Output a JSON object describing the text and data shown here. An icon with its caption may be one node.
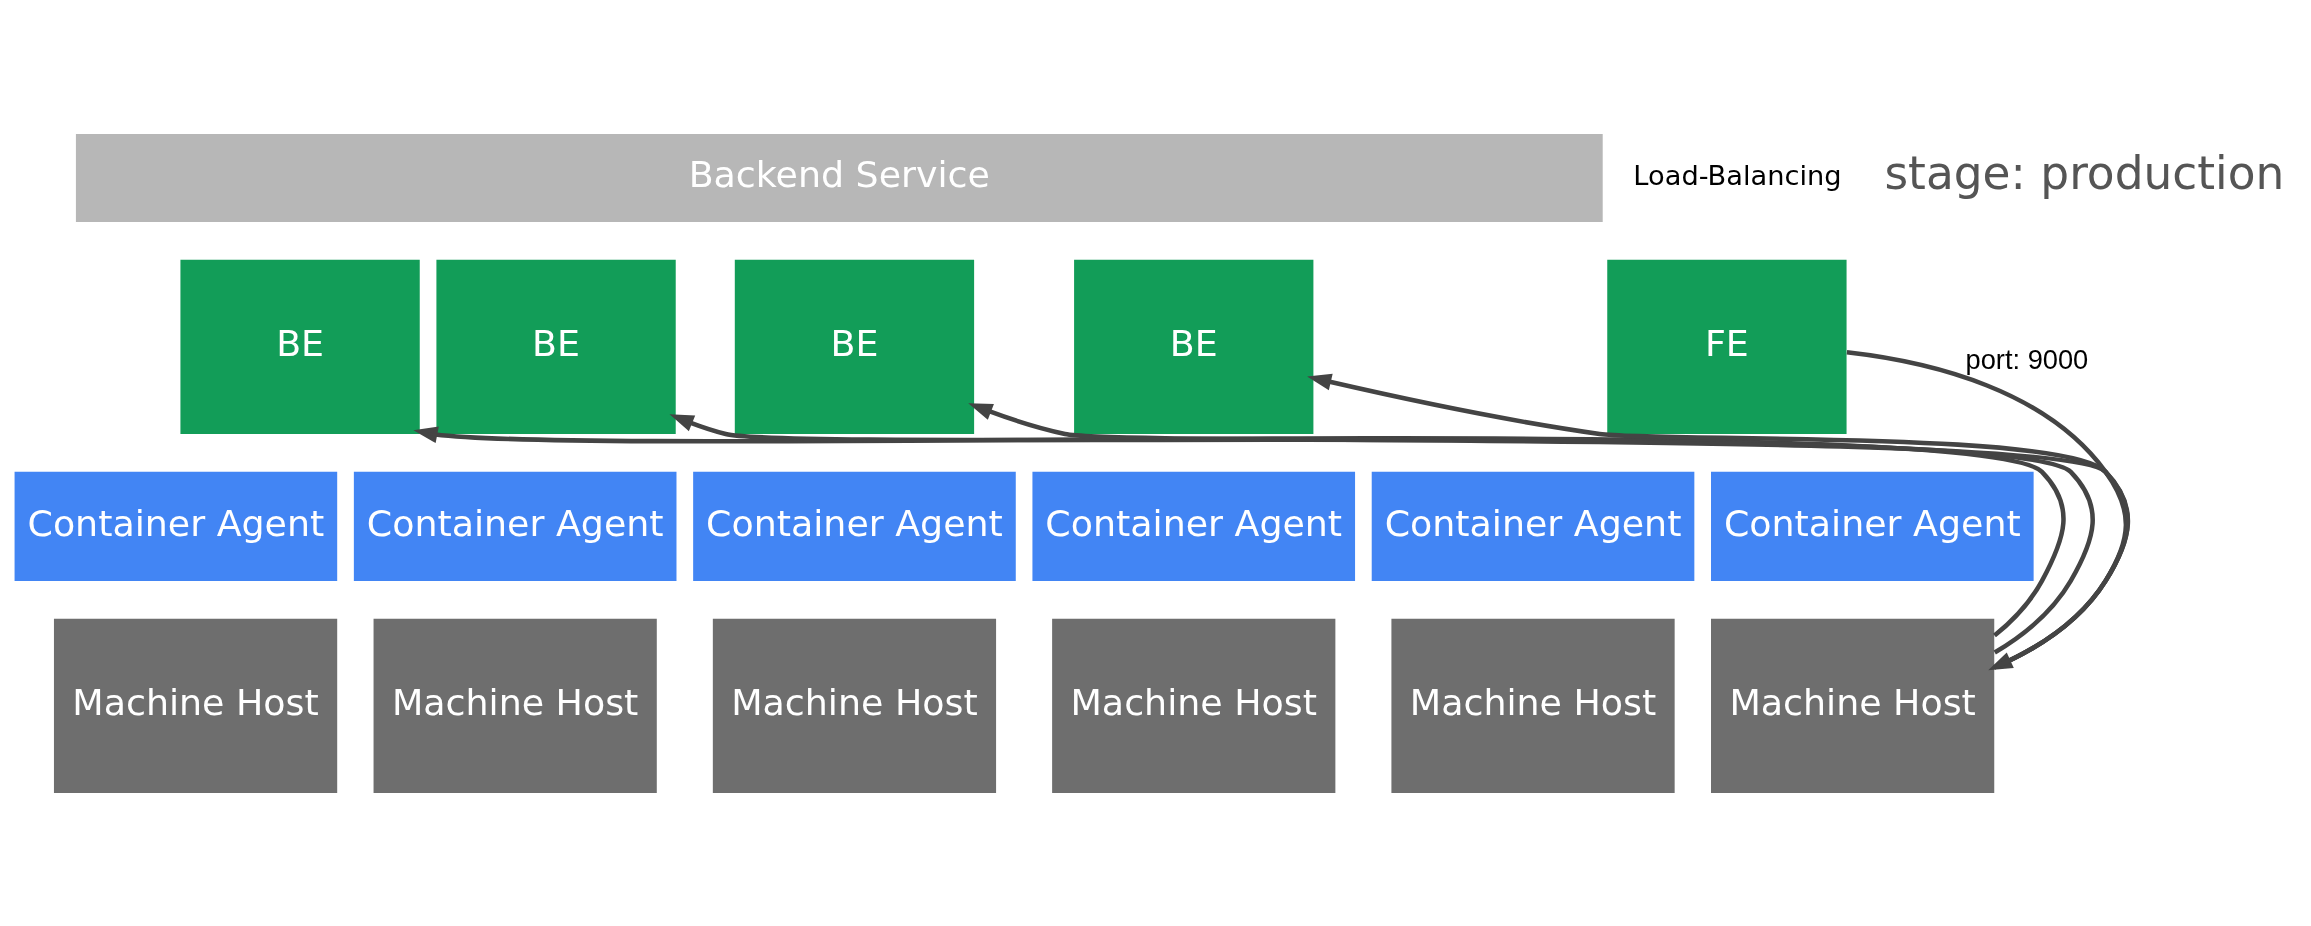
{
  "diagram": {
    "nodes": [
      {
        "text": [
          "Backend Service"
        ]
      },
      {
        "text": [
          "BE"
        ]
      },
      {
        "text": [
          "BE"
        ]
      },
      {
        "text": [
          "BE"
        ]
      },
      {
        "text": [
          "BE"
        ]
      },
      {
        "text": [
          "FE"
        ]
      },
      {
        "text": [
          "Container Agent"
        ]
      },
      {
        "text": [
          "Container Agent"
        ]
      },
      {
        "text": [
          "Container Agent"
        ]
      },
      {
        "text": [
          "Container Agent"
        ]
      },
      {
        "text": [
          "Container Agent"
        ]
      },
      {
        "text": [
          "Container Agent"
        ]
      },
      {
        "text": [
          "Machine Host"
        ]
      },
      {
        "text": [
          "Machine Host"
        ]
      },
      {
        "text": [
          "Machine Host"
        ]
      },
      {
        "text": [
          "Machine Host"
        ]
      },
      {
        "text": [
          "Machine Host"
        ]
      },
      {
        "text": [
          "Machine Host"
        ]
      }
    ],
    "edges": [
      {
        "from": 5,
        "to": 17,
        "arrow": "to",
        "label": "port: 9000"
      },
      {
        "from": 17,
        "to": 1,
        "arrow": "to"
      },
      {
        "from": 17,
        "to": 2,
        "arrow": "to"
      },
      {
        "from": 17,
        "to": 3,
        "arrow": "to"
      },
      {
        "from": 17,
        "to": 4,
        "arrow": "to"
      }
    ],
    "labels": [
      "Load-Balancing",
      "stage: production"
    ]
  }
}
